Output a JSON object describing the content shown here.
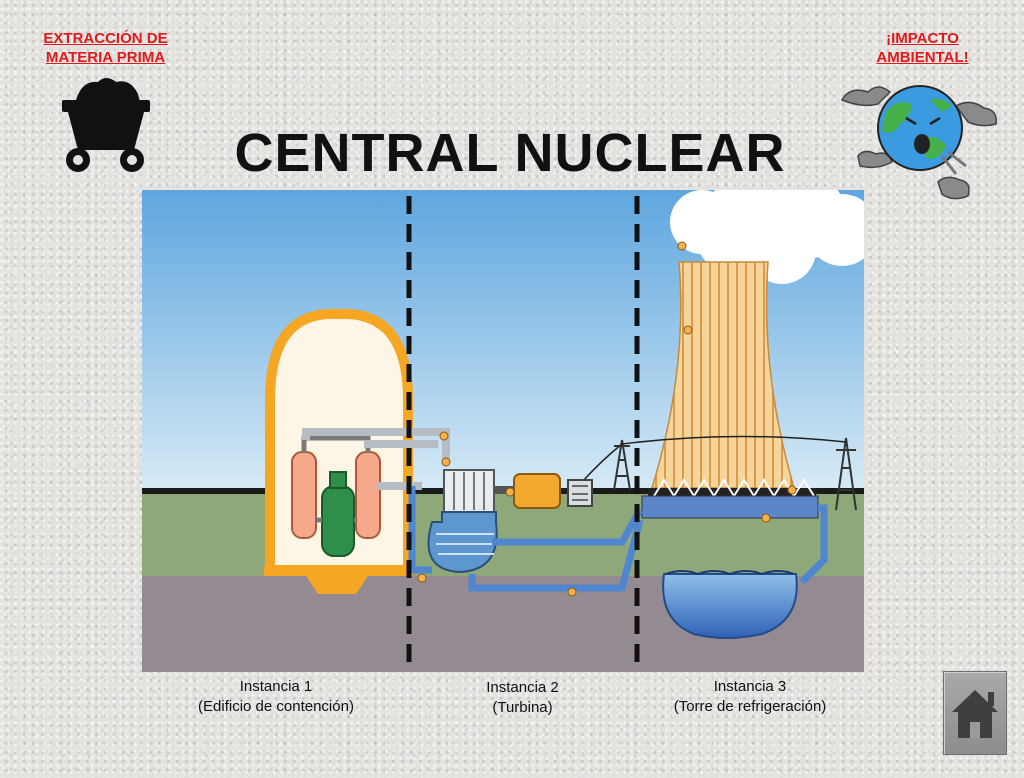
{
  "header": {
    "title": "CENTRAL NUCLEAR",
    "left_link": {
      "line1": "EXTRACCIÓN DE",
      "line2": "MATERIA PRIMA"
    },
    "right_link": {
      "line1": "¡IMPACTO",
      "line2": "AMBIENTAL!"
    }
  },
  "diagram": {
    "instances": [
      {
        "line1": "Instancia 1",
        "line2": "(Edificio de contención)"
      },
      {
        "line1": "Instancia 2",
        "line2": "(Turbina)"
      },
      {
        "line1": "Instancia 3",
        "line2": "(Torre de refrigeración)"
      }
    ]
  },
  "nav": {
    "home_icon": "house-icon"
  },
  "colors": {
    "link": "#e01a1a",
    "sky": "#8cc3ea",
    "ground": "#8fa87a",
    "earth": "#938a92",
    "containment": "#f5a623",
    "tower": "#f2c98a",
    "water": "#3a72c4"
  }
}
